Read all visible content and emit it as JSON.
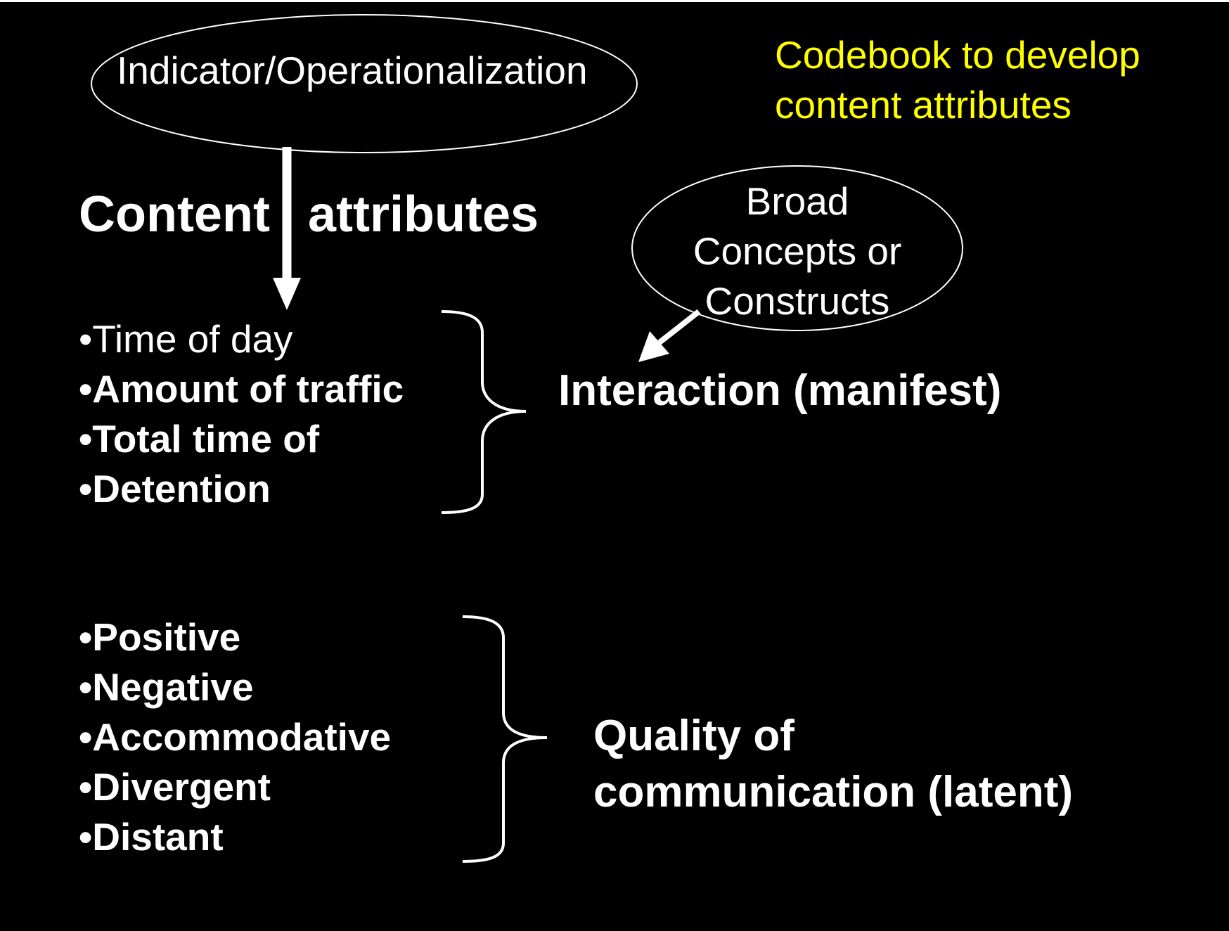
{
  "title_note": {
    "lines": [
      "Codebook to develop",
      "content attributes"
    ],
    "color": "#FFFF00"
  },
  "indicator_oval": {
    "label": "Indicator/Operationalization"
  },
  "heading": {
    "part1": "Content",
    "part2": "attributes"
  },
  "concepts_oval": {
    "lines": [
      "Broad",
      "Concepts or",
      "Constructs"
    ]
  },
  "group1": {
    "items": [
      {
        "text": "Time of day",
        "bold": false
      },
      {
        "text": "Amount of traffic",
        "bold": true
      },
      {
        "text": "Total time of",
        "bold": true
      },
      {
        "text": "Detention",
        "bold": true
      }
    ],
    "label": "Interaction (manifest)"
  },
  "group2": {
    "items": [
      {
        "text": "Positive",
        "bold": true
      },
      {
        "text": "Negative",
        "bold": true
      },
      {
        "text": "Accommodative",
        "bold": true
      },
      {
        "text": "Divergent",
        "bold": true
      },
      {
        "text": "Distant",
        "bold": true
      }
    ],
    "label_lines": [
      "Quality of",
      "communication (latent)"
    ]
  },
  "colors": {
    "background": "#000000",
    "text": "#FFFFFF",
    "accent": "#FFFF00"
  },
  "icons": [
    "down-arrow",
    "diagonal-arrow",
    "right-brace"
  ]
}
